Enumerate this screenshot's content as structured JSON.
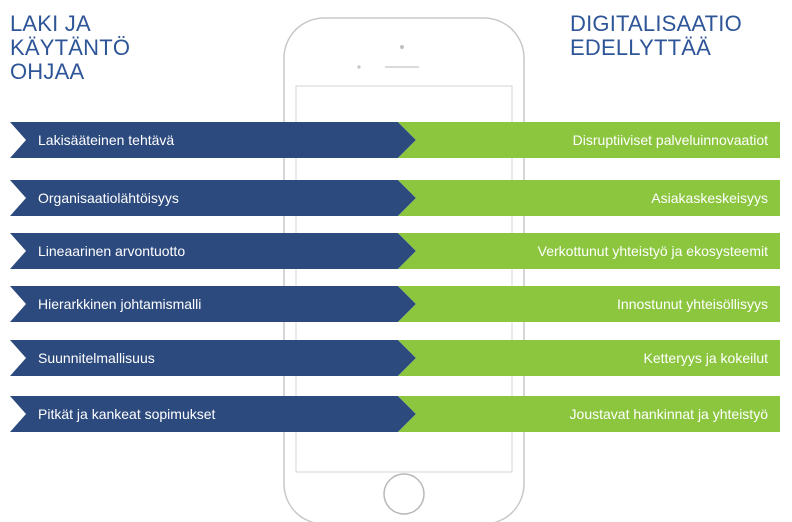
{
  "left_heading": [
    "LAKI JA",
    "KÄYTÄNTÖ",
    "OHJAA"
  ],
  "right_heading": [
    "DIGITALISAATIO",
    "EDELLYTTÄÄ"
  ],
  "rows": [
    {
      "left": "Lakisääteinen tehtävä",
      "right": "Disruptiiviset palveluinnovaatiot"
    },
    {
      "left": "Organisaatiolähtöisyys",
      "right": "Asiakaskeskeisyys"
    },
    {
      "left": "Lineaarinen arvontuotto",
      "right": "Verkottunut yhteistyö ja ekosysteemit"
    },
    {
      "left": "Hierarkkinen johtamismalli",
      "right": "Innostunut yhteisöllisyys"
    },
    {
      "left": "Suunnitelmallisuus",
      "right": "Ketteryys ja kokeilut"
    },
    {
      "left": "Pitkät ja kankeat sopimukset",
      "right": "Joustavat hankinnat ja yhteistyö"
    }
  ],
  "colors": {
    "heading": "#2e5597",
    "left_band": "#2c4a7e",
    "right_band": "#8cc63f",
    "phone_outline": "#c8c8c8"
  }
}
